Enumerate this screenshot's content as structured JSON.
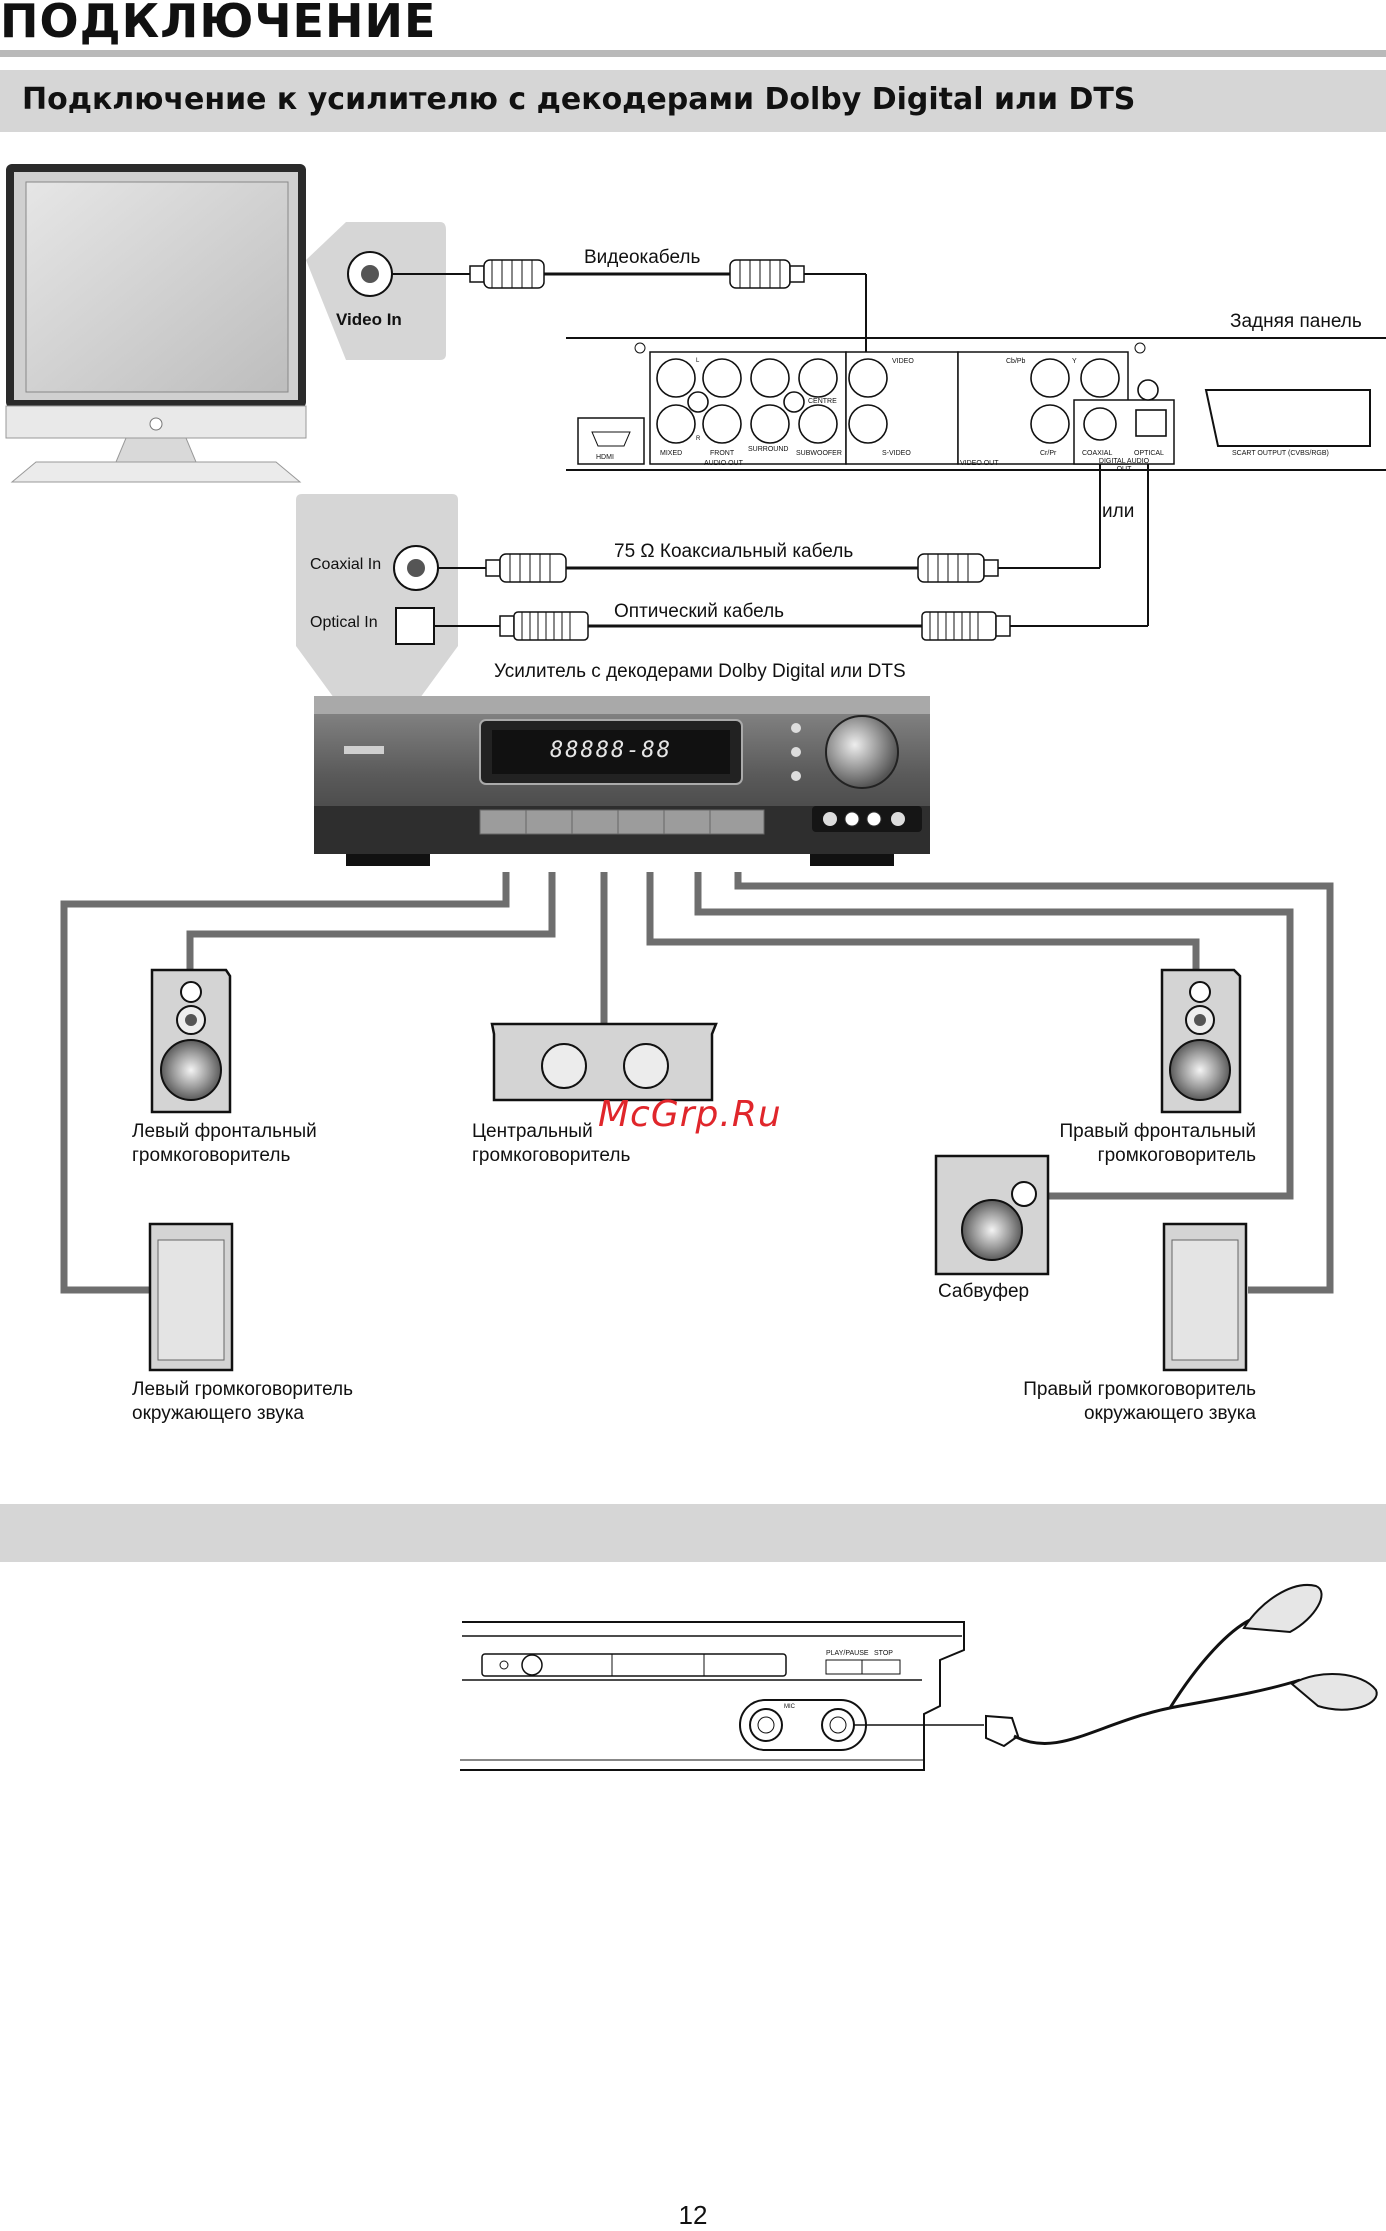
{
  "page": {
    "heading": "ПОДКЛЮЧЕНИЕ",
    "section_title": "Подключение к усилителю с декодерами Dolby Digital или DTS",
    "page_number": "12",
    "watermark": "McGrp.Ru"
  },
  "labels": {
    "video_in": "Video In",
    "video_cable": "Видеокабель",
    "rear_panel": "Задняя панель",
    "or": "или",
    "coaxial_in": "Coaxial In",
    "optical_in": "Optical In",
    "coax_cable": "75 Ω  Коаксиальный кабель",
    "optical_cable": "Оптический кабель",
    "amplifier": "Усилитель с декодерами Dolby Digital или DTS",
    "left_front": [
      "Левый фронтальный",
      "громкоговоритель"
    ],
    "center": [
      "Центральный",
      "громкоговоритель"
    ],
    "right_front": [
      "Правый фронтальный",
      "громкоговоритель"
    ],
    "subwoofer": "Сабвуфер",
    "left_surround": [
      "Левый громкоговоритель",
      "окружающего звука"
    ],
    "right_surround": [
      "Правый громкоговоритель",
      "окружающего звука"
    ]
  },
  "panel": {
    "hdmi": "HDMI",
    "mixed": "MIXED",
    "front": "FRONT",
    "surround": "SURROUND",
    "subwoofer": "SUBWOOFER",
    "center": "CENTRE",
    "audio_out": "AUDIO OUT",
    "video": "VIDEO",
    "s_video": "S-VIDEO",
    "video_out": "VIDEO OUT",
    "cb_pb": "Cb/Pb",
    "y": "Y",
    "cr_pr": "Cr/Pr",
    "coaxial": "COAXIAL",
    "optical": "OPTICAL",
    "digital_audio_out": "DIGITAL AUDIO OUT",
    "scart": "SCART OUTPUT (CVBS/RGB)",
    "l": "L",
    "r": "R"
  },
  "amplifier_display": "88888-88",
  "player": {
    "play_pause": "PLAY/PAUSE",
    "stop": "STOP",
    "mic": "MIC"
  }
}
